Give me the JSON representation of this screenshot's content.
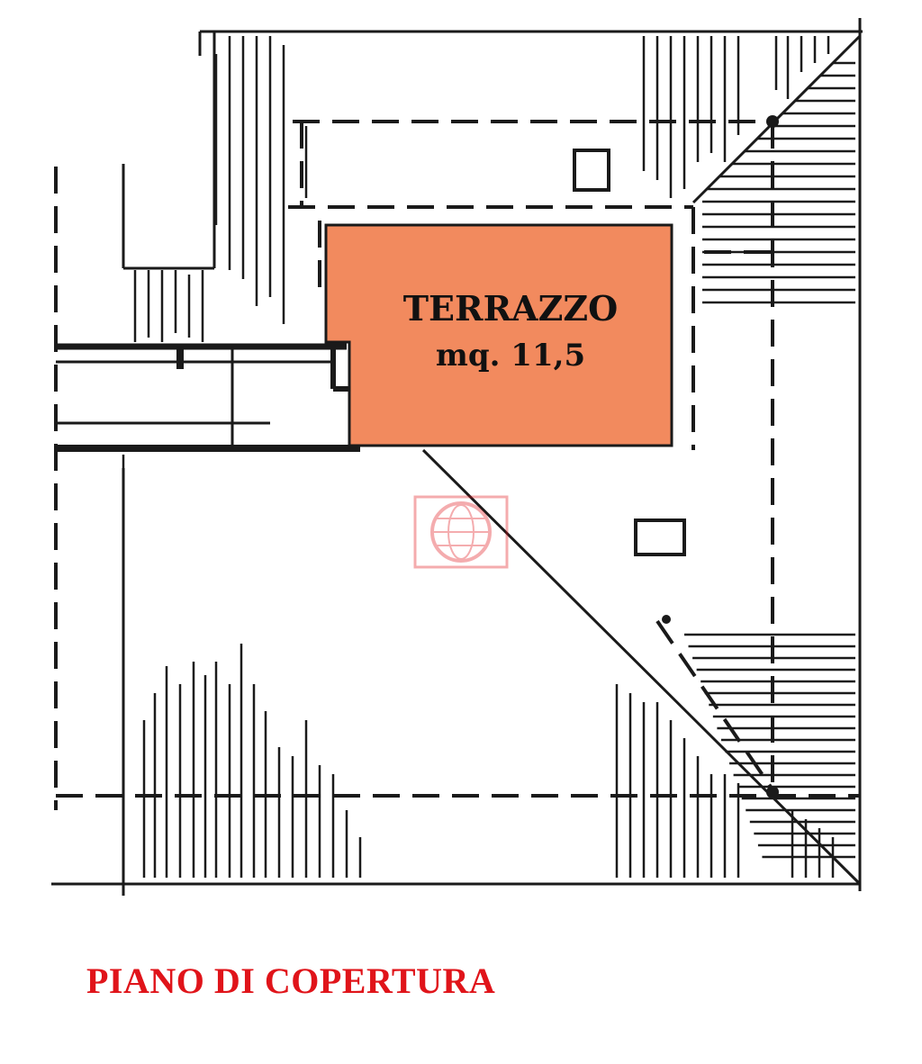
{
  "plan": {
    "terrace": {
      "name": "TERRAZZO",
      "area": "mq. 11,5",
      "fill_color": "#f28a5e"
    },
    "title": "PIANO DI COPERTURA",
    "title_color": "#e0141a",
    "line_color": "#1a1a1a",
    "watermark": {
      "icon": "globe-logo-watermark",
      "color": "#e0141a"
    }
  }
}
